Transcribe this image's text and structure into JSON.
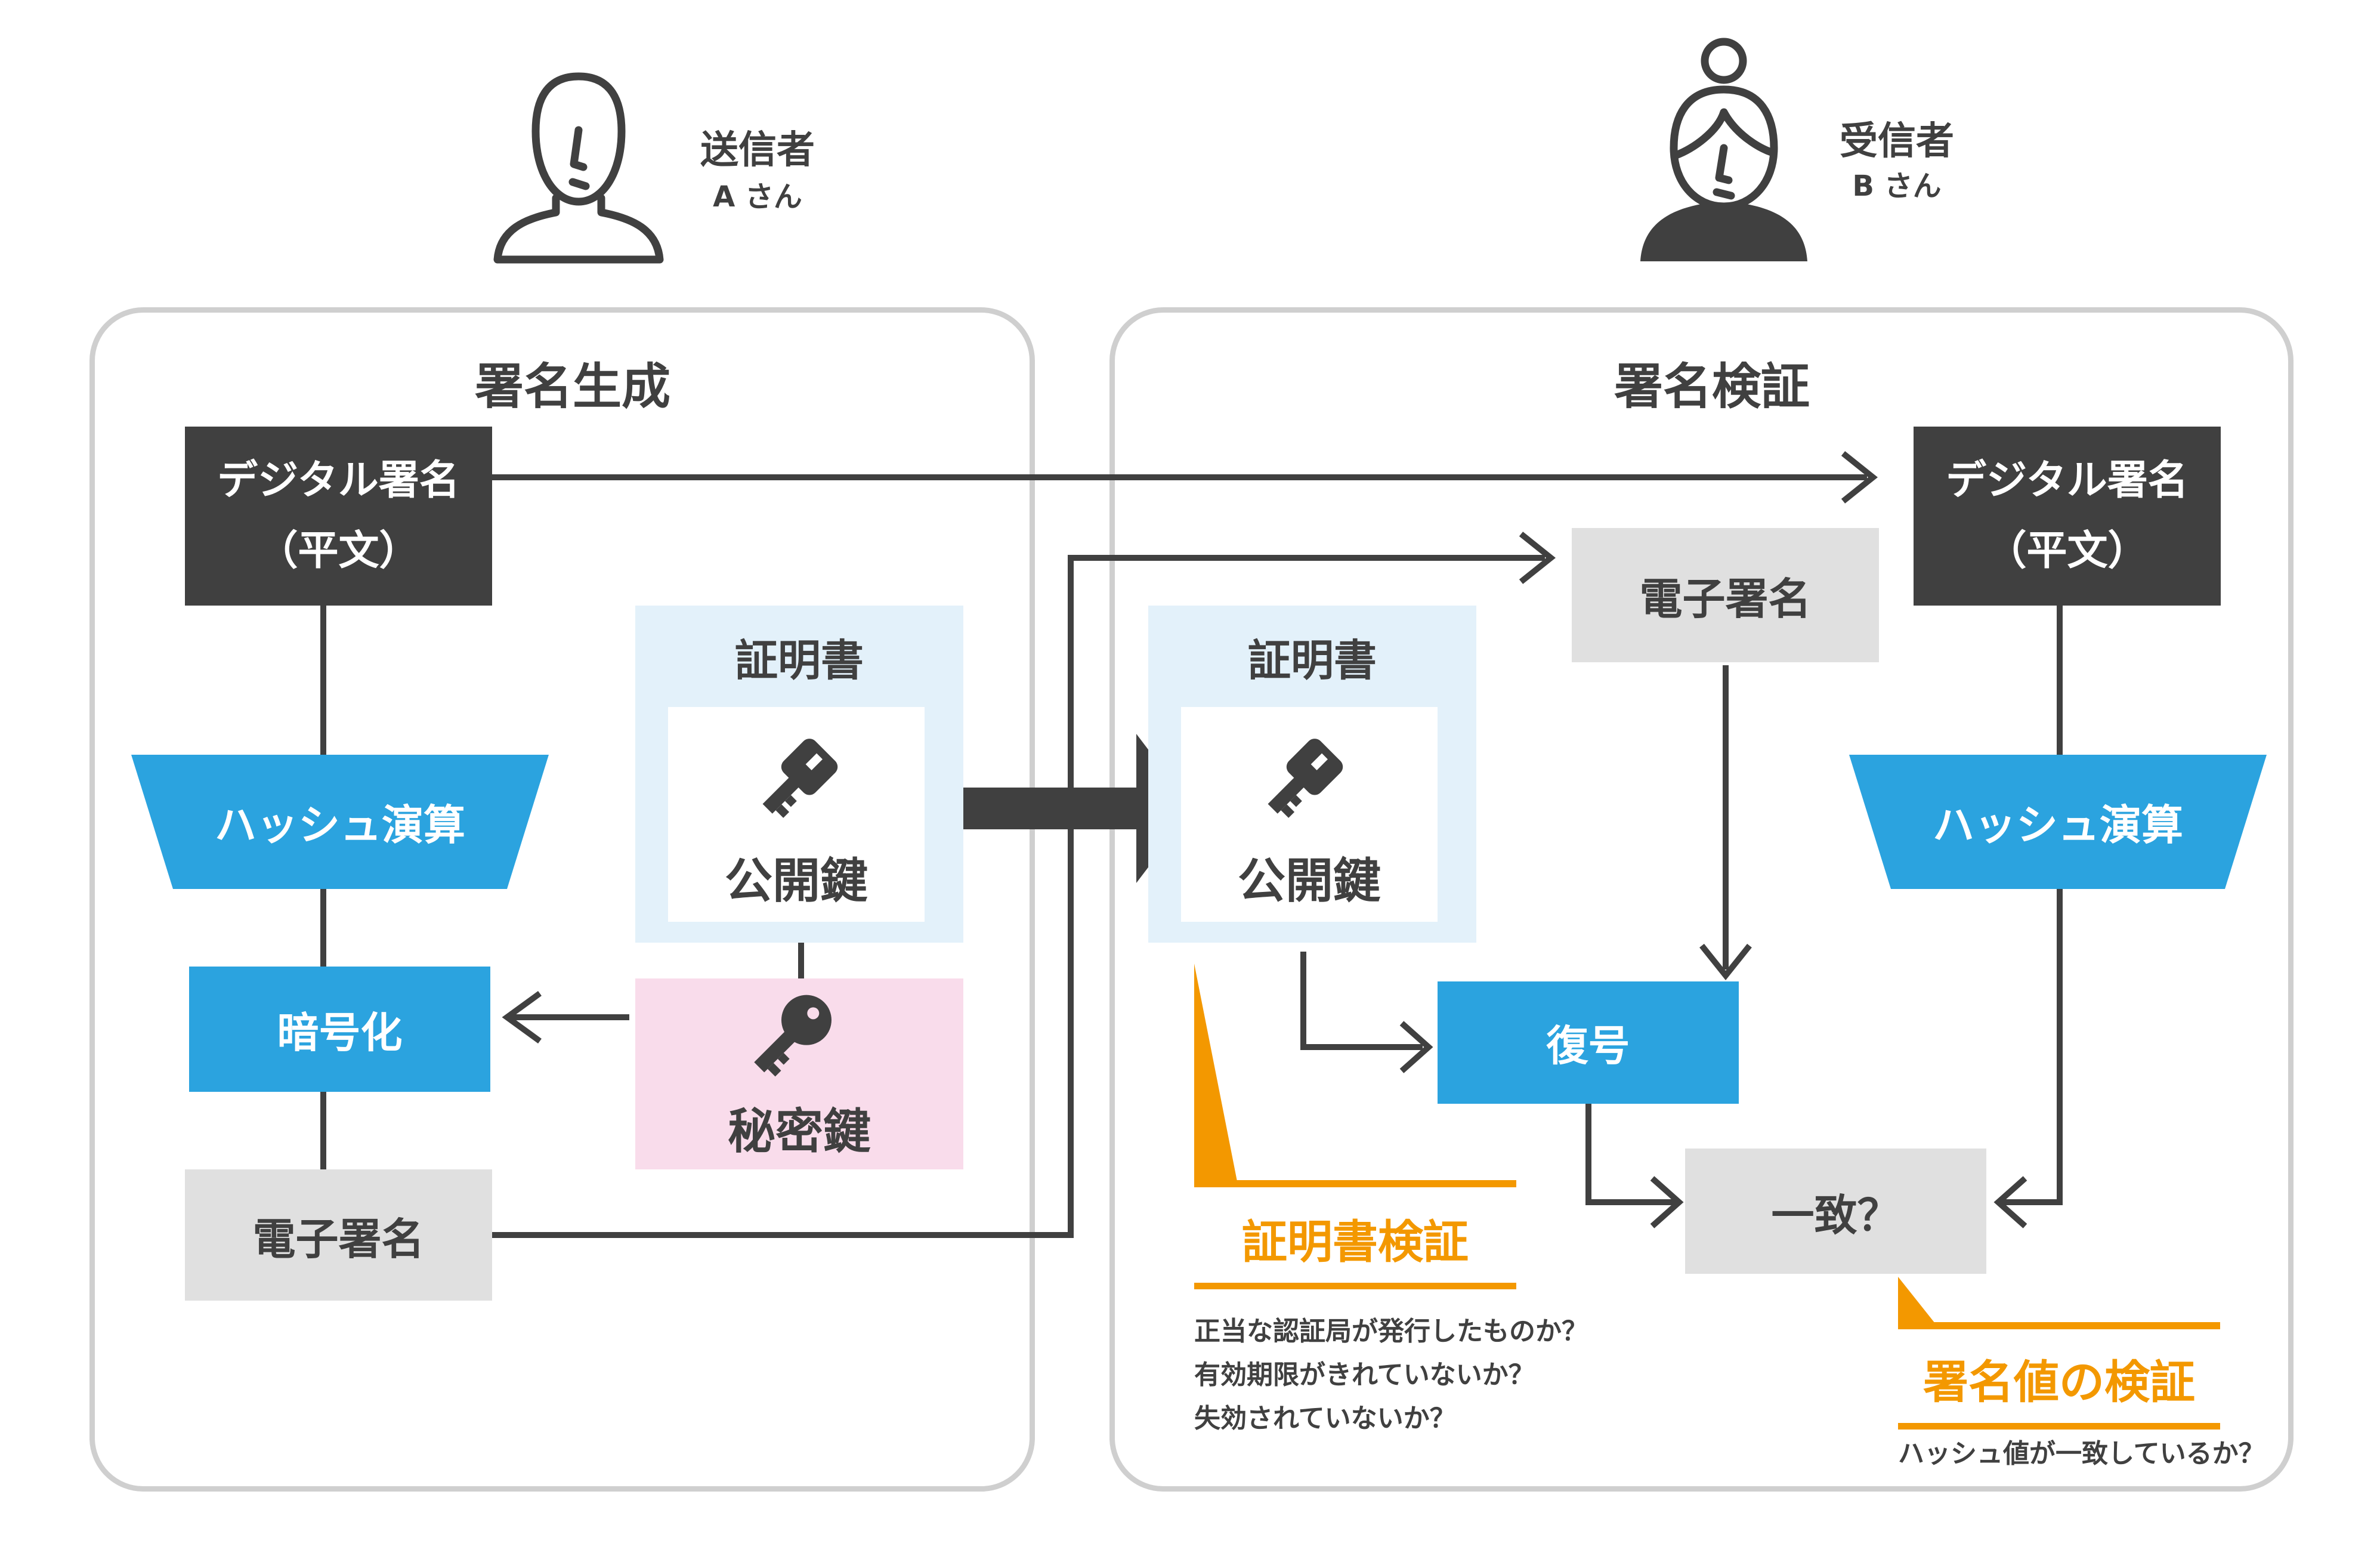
{
  "sender": {
    "name": "送信者",
    "sub": "A さん"
  },
  "receiver": {
    "name": "受信者",
    "sub": "B さん"
  },
  "left_panel": {
    "title": "署名生成",
    "plaintext_line1": "デジタル署名",
    "plaintext_line2": "（平文）",
    "hash": "ハッシュ演算",
    "encrypt": "暗号化",
    "signature": "電子署名",
    "certificate": "証明書",
    "public_key": "公開鍵",
    "private_key": "秘密鍵"
  },
  "right_panel": {
    "title": "署名検証",
    "plaintext_line1": "デジタル署名",
    "plaintext_line2": "（平文）",
    "signature": "電子署名",
    "certificate": "証明書",
    "public_key": "公開鍵",
    "hash": "ハッシュ演算",
    "decrypt": "復号",
    "match": "一致？"
  },
  "cert_verification": {
    "title": "証明書検証",
    "lines": [
      "正当な認証局が発行したものか？",
      "有効期限がきれていないか？",
      "失効されていないか？"
    ]
  },
  "signature_verification": {
    "title": "署名値の検証",
    "line": "ハッシュ値が一致しているか？"
  },
  "colors": {
    "dark": "#404040",
    "blue": "#2ba3df",
    "gray_box": "#e0e0e0",
    "cert_bg": "#e3f1fa",
    "secret_bg": "#f9dceb",
    "accent_orange": "#f39800",
    "panel_border": "#cfcfcf"
  }
}
